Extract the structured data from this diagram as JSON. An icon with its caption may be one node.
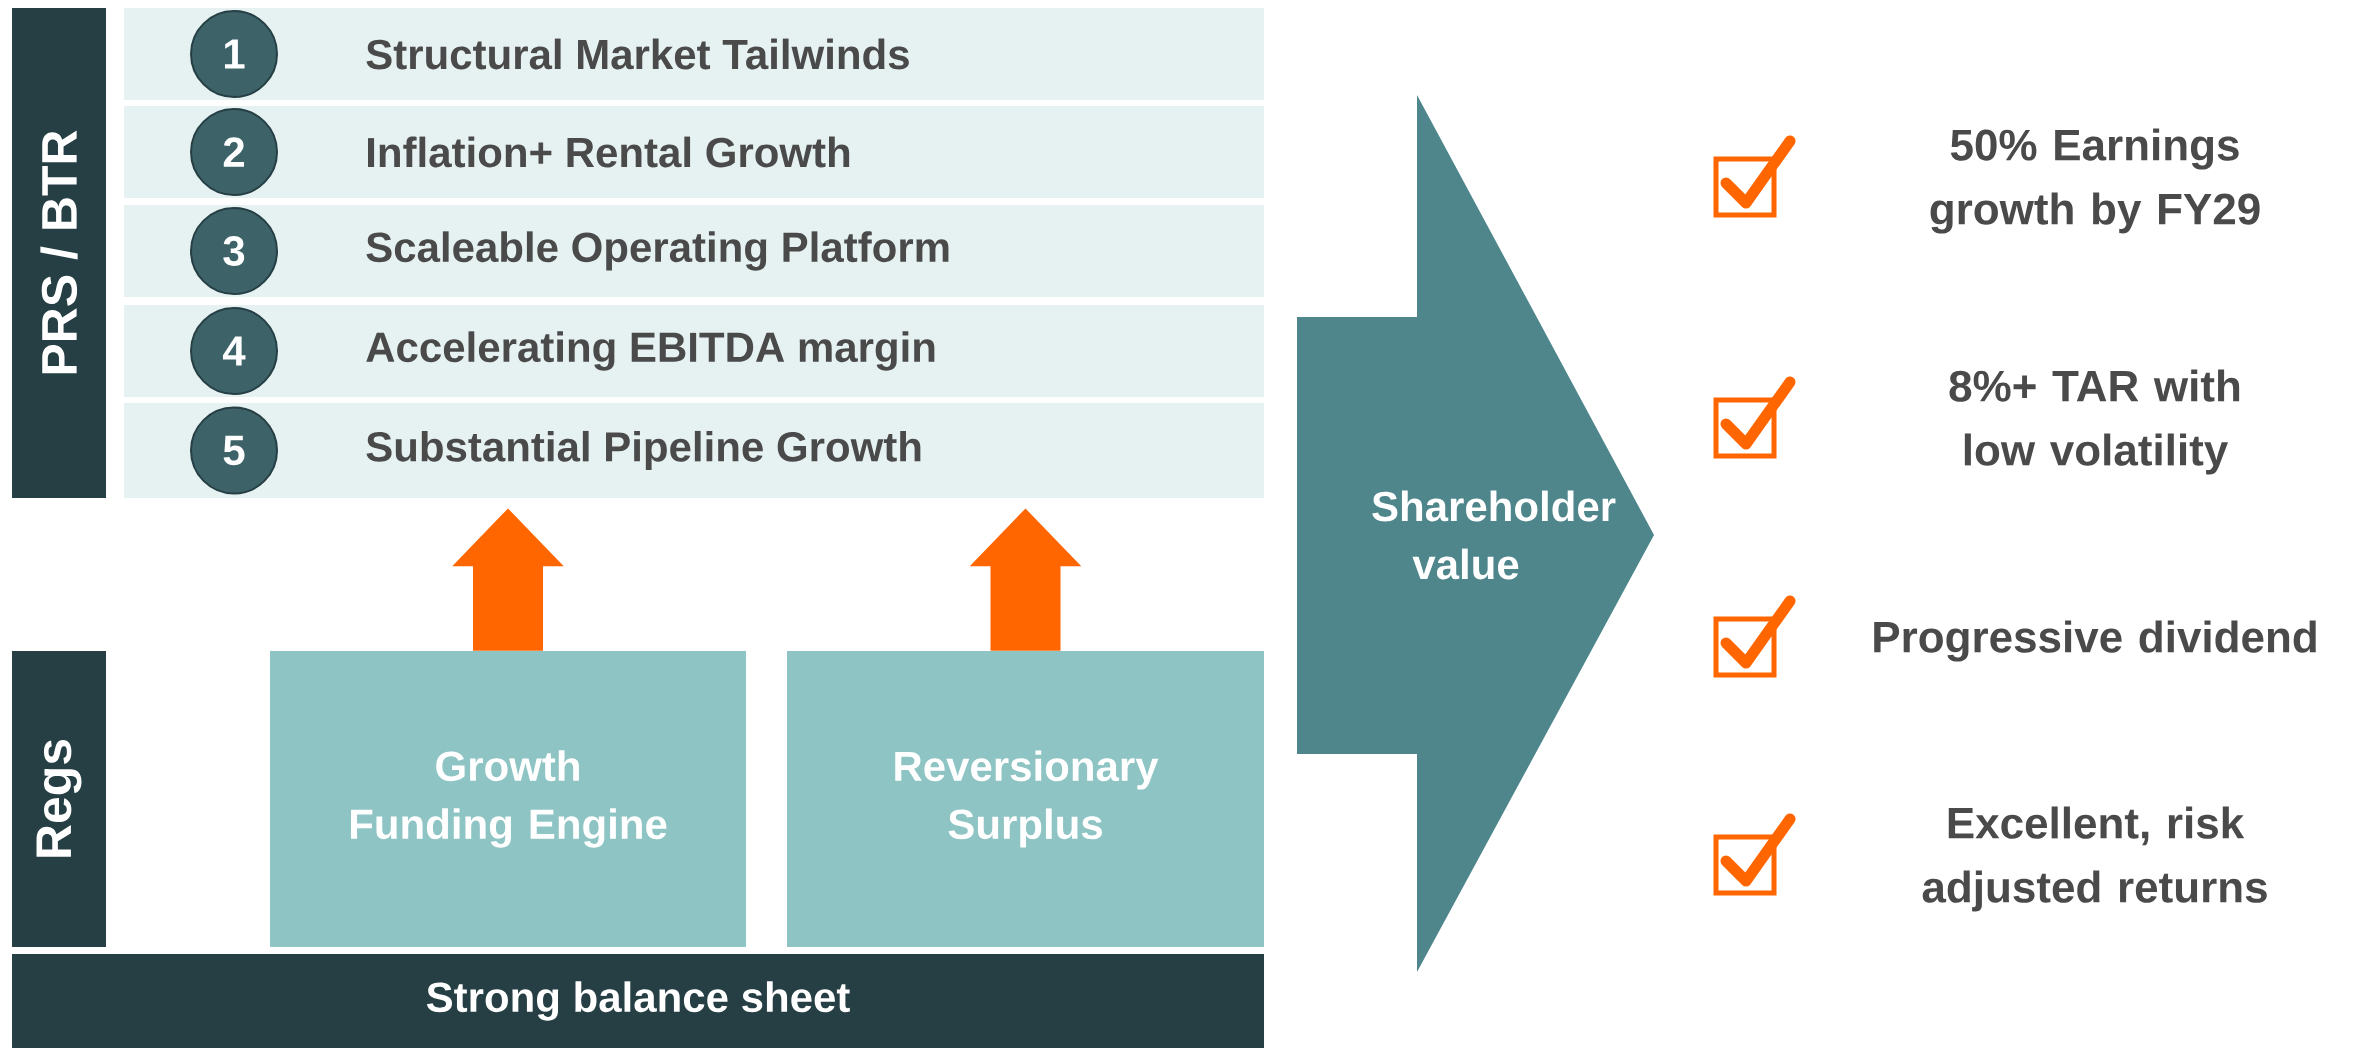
{
  "diagram": {
    "nodes": [
      {
        "text": [
          "PRS / BTR"
        ]
      },
      {
        "text": [
          "1",
          "Structural Market Tailwinds"
        ]
      },
      {
        "text": [
          "2",
          "Inflation+ Rental Growth"
        ]
      },
      {
        "text": [
          "3",
          "Scaleable Operating Platform"
        ]
      },
      {
        "text": [
          "4",
          "Accelerating EBITDA margin"
        ]
      },
      {
        "text": [
          "5",
          "Substantial Pipeline Growth"
        ]
      },
      {
        "text": [
          "Regs"
        ]
      },
      {
        "text": [
          "Growth Funding Engine"
        ]
      },
      {
        "text": [
          "Reversionary Surplus"
        ]
      },
      {
        "text": [
          "Strong balance sheet"
        ]
      },
      {
        "text": [
          "Shareholder value"
        ]
      }
    ],
    "edges": [
      {
        "from": 7,
        "to": 5,
        "arrow": "to"
      },
      {
        "from": 8,
        "to": 5,
        "arrow": "to"
      }
    ],
    "labels": [
      "50% Earnings growth by FY29",
      "8%+ TAR with low volatility",
      "Progressive dividend",
      "Excellent, risk adjusted returns"
    ]
  }
}
